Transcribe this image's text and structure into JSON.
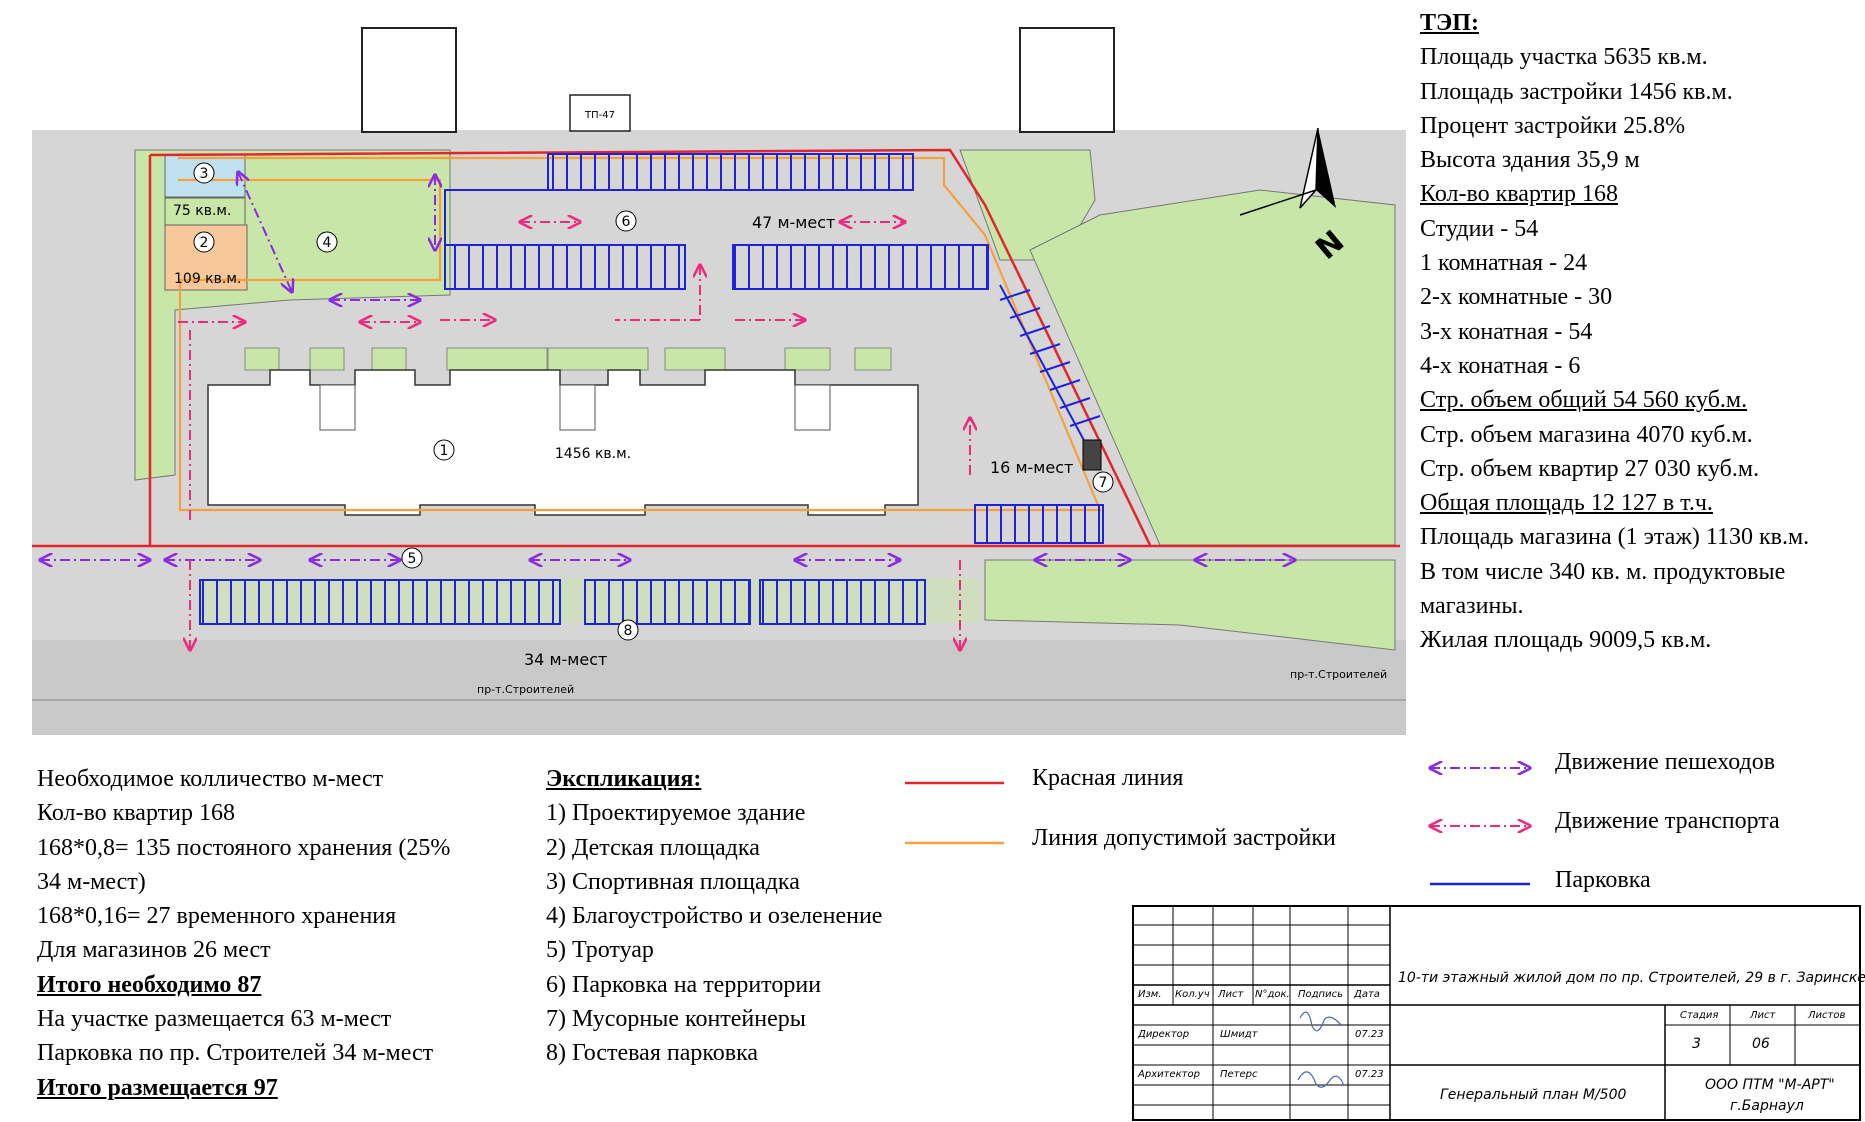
{
  "tep": {
    "title": "ТЭП:",
    "site_area": "Площадь участка 5635 кв.м.",
    "built_area": "Площадь застройки 1456 кв.м.",
    "built_percent": "Процент застройки 25.8%",
    "height": "Высота здания 35,9 м",
    "apartments": "Кол-во квартир 168",
    "studios": "Студии - 54",
    "one_room": "1 комнатная - 24",
    "two_room": "2-х комнатные - 30",
    "three_room": "3-х конатная - 54",
    "four_room": "4-х конатная - 6",
    "volume_total": "Стр. объем общий 54 560 куб.м.",
    "volume_shop": "Стр. объем магазина 4070 куб.м.",
    "volume_apts": "Стр. объем квартир 27 030 куб.м.",
    "total_area": "Общая площадь 12 127 в т.ч.",
    "shop_area": "Площадь магазина (1 этаж) 1130 кв.м.",
    "grocery_1": "В том числе 340 кв. м. продуктовые",
    "grocery_2": "магазины.",
    "living_area": "Жилая площадь 9009,5 кв.м."
  },
  "parking_calc": {
    "l1": "Необходимое колличество м-мест",
    "l2": "Кол-во квартир 168",
    "l3": "168*0,8= 135 постояного хранения (25%",
    "l4": "34 м-мест)",
    "l5": "168*0,16= 27 временного хранения",
    "l6": "Для магазинов 26 мест",
    "l7": "Итого необходимо 87",
    "l8": "На участке размещается 63 м-мест",
    "l9": "Парковка по пр. Строителей 34 м-мест",
    "l10": "Итого размещается 97"
  },
  "explication": {
    "title": "Экспликация:",
    "items": [
      "1) Проектируемое здание",
      "2) Детская площадка",
      "3) Спортивная площадка",
      "4) Благоустройство и озеленение",
      "5) Тротуар",
      "6) Парковка на территории",
      "7) Мусорные контейнеры",
      "8) Гостевая парковка"
    ]
  },
  "legend": {
    "red_line": "Красная линия",
    "build_line": "Линия допустимой застройки",
    "pedestrian": "Движение пешеходов",
    "transport": "Движение транспорта",
    "parking": "Парковка"
  },
  "colors": {
    "red_line": "#e3262b",
    "build_line": "#f5a03c",
    "pedestrian": "#8a2be2",
    "transport": "#ef2a7b",
    "parking": "#1e22d8",
    "green": "#c8e6a8",
    "paving": "#d4d4d4"
  },
  "plan": {
    "building_area": "1456 кв.м.",
    "playground_area": "109 кв.м.",
    "sport_area": "75 кв.м.",
    "parking_47": "47 м-мест",
    "parking_16": "16 м-мест",
    "parking_34": "34 м-мест",
    "tp": "ТП-47",
    "street": "пр-т.Строителей",
    "north": "N",
    "markers": [
      "1",
      "2",
      "3",
      "4",
      "5",
      "6",
      "7",
      "8"
    ]
  },
  "stamp": {
    "project": "10-ти этажный жилой дом по пр. Строителей, 29 в г. Заринске",
    "col_izm": "Изм.",
    "col_koluch": "Кол.уч",
    "col_list": "Лист",
    "col_ndok": "N°док.",
    "col_podpis": "Подпись",
    "col_data": "Дата",
    "director": "Директор",
    "director_name": "Шмидт",
    "director_date": "07.23",
    "architect": "Архитектор",
    "architect_name": "Петерс",
    "architect_date": "07.23",
    "stage_h": "Стадия",
    "sheet_h": "Лист",
    "sheets_h": "Листов",
    "stage": "3",
    "sheet": "06",
    "sheet_title": "Генеральный план М/500",
    "company_1": "ООО ПТМ \"М-АРТ\"",
    "company_2": "г.Барнаул"
  }
}
